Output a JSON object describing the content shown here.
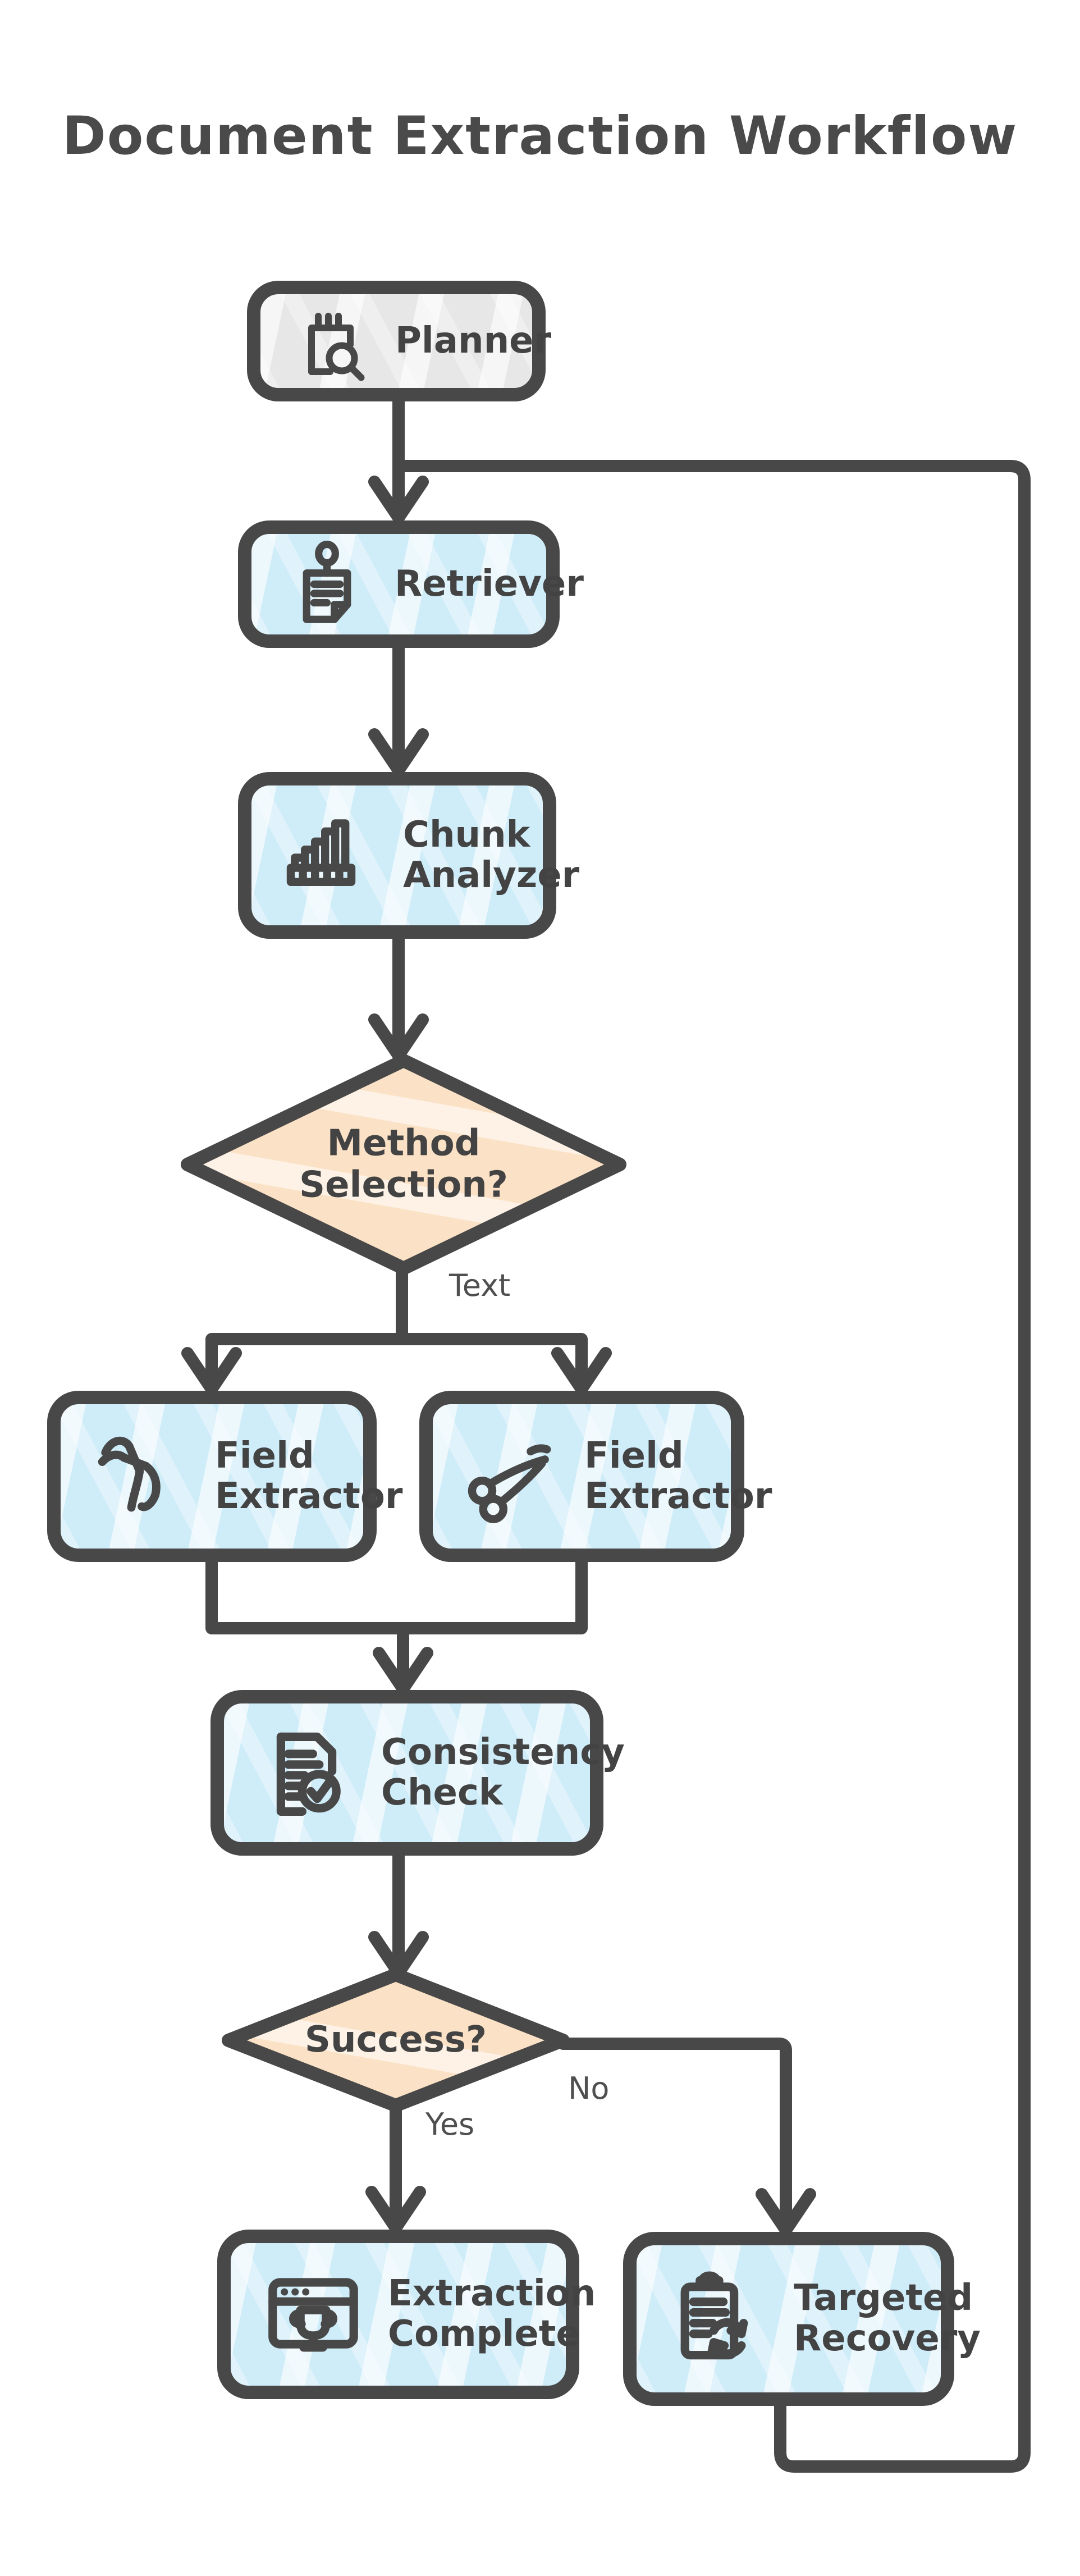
{
  "title": "Document Extraction Workflow",
  "nodes": {
    "planner": {
      "label": "Planner",
      "icon": "clipboard-search-icon"
    },
    "retriever": {
      "label": "Retriever",
      "icon": "pinned-note-icon"
    },
    "chunk_analyzer": {
      "label": "Chunk\nAnalyzer",
      "icon": "bar-chart-icon"
    },
    "method_selection": {
      "label": "Method\nSelection?"
    },
    "field_extractor_left": {
      "label": "Field\nExtractor",
      "icon": "pliers-icon"
    },
    "field_extractor_right": {
      "label": "Field\nExtractor",
      "icon": "scissors-icon"
    },
    "consistency_check": {
      "label": "Consistency\nCheck",
      "icon": "document-check-icon"
    },
    "success": {
      "label": "Success?"
    },
    "extraction_complete": {
      "label": "Extraction\nComplete",
      "icon": "trophy-window-icon"
    },
    "targeted_recovery": {
      "label": "Targeted\nRecovery",
      "icon": "clipboard-refresh-icon"
    }
  },
  "edge_labels": {
    "method_to_extractors": "Text",
    "success_yes": "Yes",
    "success_no": "No"
  },
  "colors": {
    "stroke": "#484848",
    "text": "#434343",
    "node_blue": "#cfecf9",
    "node_gray": "#e7e7e7",
    "diamond_orange": "#fbe2c6",
    "background": "#ffffff"
  }
}
